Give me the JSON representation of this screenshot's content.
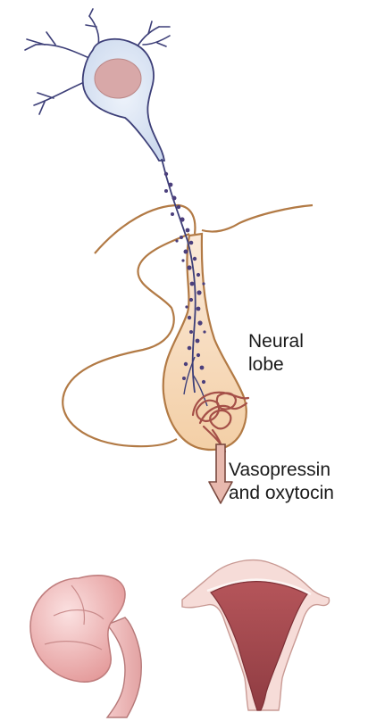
{
  "labels": {
    "neural_lobe_line1": "Neural",
    "neural_lobe_line2": "lobe",
    "hormones_line1": "Vasopressin",
    "hormones_line2": "and oxytocin"
  },
  "colors": {
    "neuron_body": "#dde7f4",
    "neuron_outline": "#3d3f78",
    "nucleus": "#d8a8a8",
    "pituitary_outline": "#b27a45",
    "neural_lobe_fill": "#f6d9b8",
    "granule": "#4b3f7c",
    "capillary": "#a55048",
    "arrow_fill": "#e8b9ae",
    "arrow_outline": "#7a4a40",
    "kidney": "#efbcbc",
    "uterus_outer": "#f6dcd8",
    "uterus_inner": "#b8585c"
  }
}
